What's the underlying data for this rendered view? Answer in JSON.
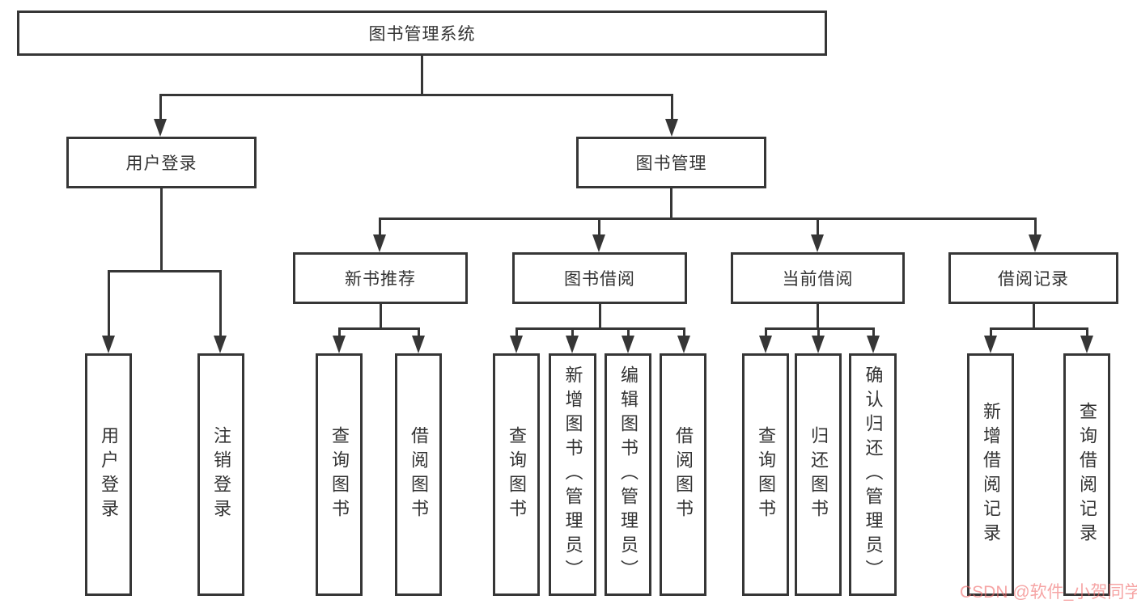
{
  "diagram": {
    "type": "hierarchy-tree",
    "line_color": "#363636",
    "box_background": "#ffffff",
    "text_color": "#333333"
  },
  "hierarchy": {
    "label": "图书管理系统",
    "children": [
      {
        "label": "用户登录",
        "children": [
          {
            "label": "用户登录"
          },
          {
            "label": "注销登录"
          }
        ]
      },
      {
        "label": "图书管理",
        "children": [
          {
            "label": "新书推荐",
            "children": [
              {
                "label": "查询图书"
              },
              {
                "label": "借阅图书"
              }
            ]
          },
          {
            "label": "图书借阅",
            "children": [
              {
                "label": "查询图书"
              },
              {
                "label": "新增图书（管理员）"
              },
              {
                "label": "编辑图书（管理员）"
              },
              {
                "label": "借阅图书"
              }
            ]
          },
          {
            "label": "当前借阅",
            "children": [
              {
                "label": "查询图书"
              },
              {
                "label": "归还图书"
              },
              {
                "label": "确认归还（管理员）"
              }
            ]
          },
          {
            "label": "借阅记录",
            "children": [
              {
                "label": "新增借阅记录"
              },
              {
                "label": "查询借阅记录"
              }
            ]
          }
        ]
      }
    ]
  },
  "watermark": {
    "text": "CSDN @软件_小贺同学",
    "color": "#f06e6e"
  }
}
